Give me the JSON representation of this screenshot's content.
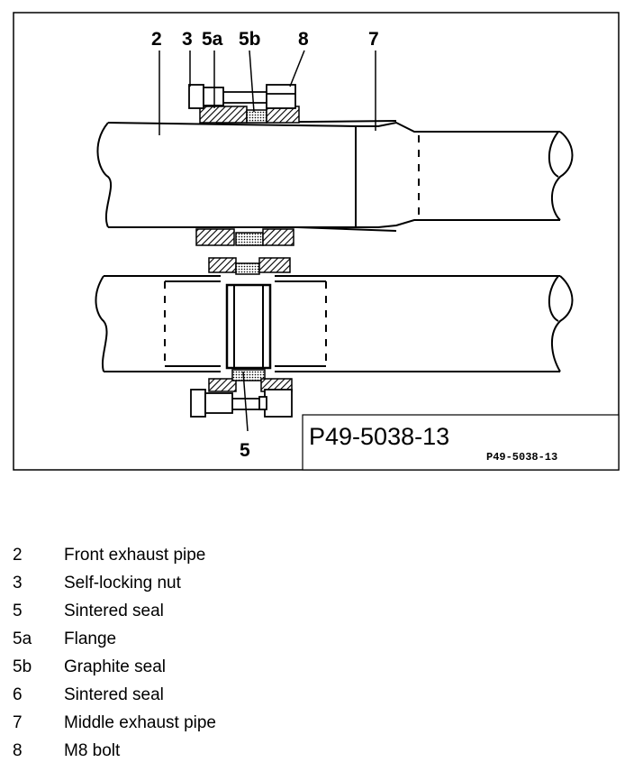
{
  "diagram": {
    "callouts": {
      "c2": "2",
      "c3": "3",
      "c5a": "5a",
      "c5b": "5b",
      "c8": "8",
      "c7": "7",
      "c5": "5"
    },
    "figure_code": "P49-5038-13",
    "figure_code_small": "P49-5038-13"
  },
  "legend": [
    {
      "num": "2",
      "text": "Front exhaust pipe"
    },
    {
      "num": "3",
      "text": "Self-locking nut"
    },
    {
      "num": "5",
      "text": "Sintered seal"
    },
    {
      "num": "5a",
      "text": "Flange"
    },
    {
      "num": "5b",
      "text": "Graphite seal"
    },
    {
      "num": "6",
      "text": "Sintered seal"
    },
    {
      "num": "7",
      "text": "Middle exhaust pipe"
    },
    {
      "num": "8",
      "text": "M8 bolt"
    }
  ]
}
